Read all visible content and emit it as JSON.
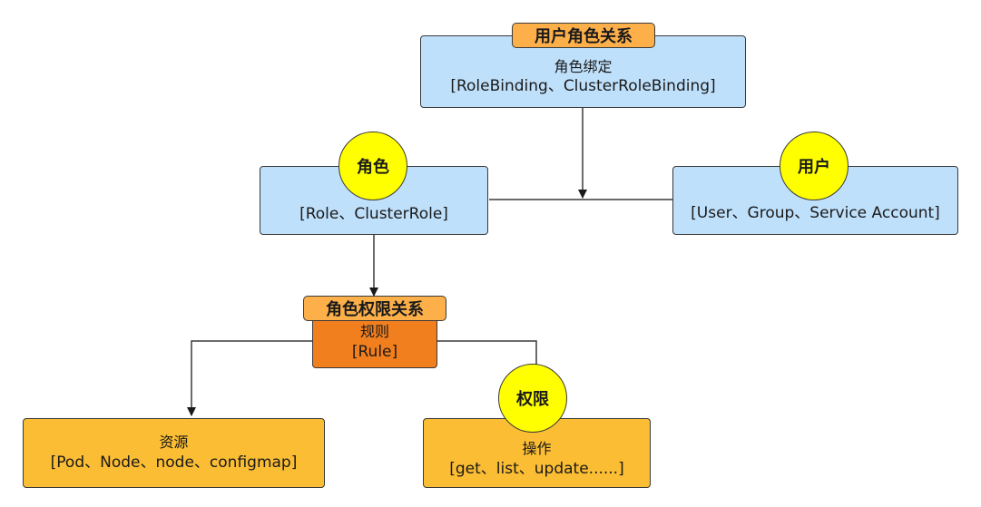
{
  "diagram": {
    "binding": {
      "tag": "用户角色关系",
      "title": "角色绑定",
      "detail": "[RoleBinding、ClusterRoleBinding]"
    },
    "role": {
      "badge": "角色",
      "detail": "[Role、ClusterRole]"
    },
    "user": {
      "badge": "用户",
      "detail": "[User、Group、Service Account]"
    },
    "rule": {
      "tag": "角色权限关系",
      "title": "规则",
      "detail": "[Rule]"
    },
    "resource": {
      "title": "资源",
      "detail": "[Pod、Node、node、configmap]"
    },
    "operation": {
      "badge": "权限",
      "title": "操作",
      "detail": "[get、list、update......]"
    },
    "colors": {
      "blue_box": "#bfe0fb",
      "rule_box": "#f27f1e",
      "leaf_box": "#fbbd33",
      "tag": "#fdb04a",
      "badge": "#ffff00",
      "line": "#3a3a3a"
    }
  }
}
